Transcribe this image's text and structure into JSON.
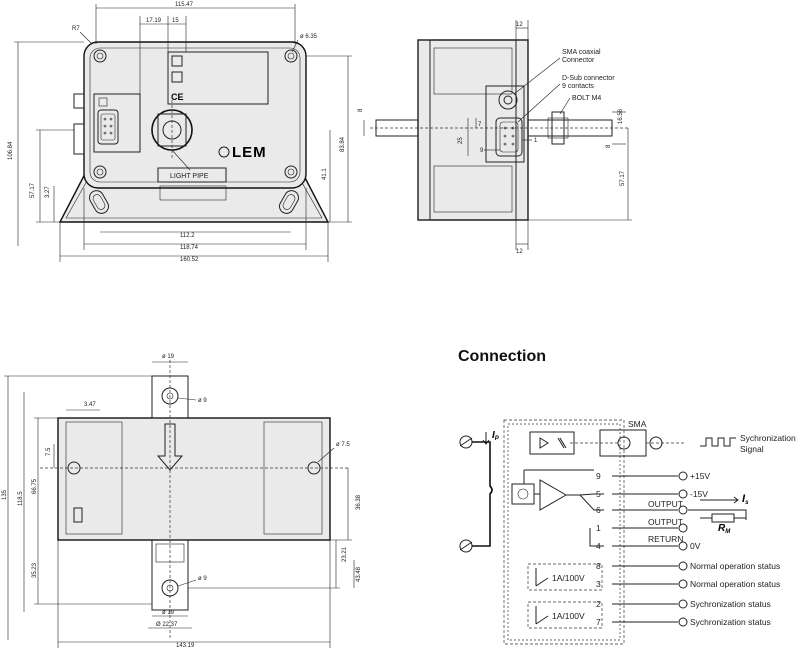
{
  "top_left_view": {
    "dims": {
      "width_top": "115.47",
      "d1": "17.19",
      "d2": "15",
      "radius": "R7",
      "hole": "ø 6.35",
      "height_left": "106.84",
      "h2": "57.17",
      "h3": "3.27",
      "h_right": "83.84",
      "h_right2": "41.1",
      "w1": "112.2",
      "w2": "118.74",
      "w3": "160.52"
    },
    "logo": "LEM",
    "light_pipe": "LIGHT PIPE",
    "ce_mark": "CE"
  },
  "top_right_view": {
    "dims": {
      "top": "12",
      "bottom": "12",
      "v8": "8",
      "v7": "7",
      "v25": "25",
      "v9": "9",
      "v1": "1",
      "v16": "16.56",
      "v8b": "8",
      "v57": "57.17"
    },
    "labels": {
      "sma": "SMA coaxial",
      "sma2": "Connector",
      "dsub": "D-Sub connector",
      "dsub2": "9 contacts",
      "bolt": "BOLT M4"
    }
  },
  "bottom_left_view": {
    "dims": {
      "d19_top": "ø 19",
      "d9_top": "ø 9",
      "w347": "3.47",
      "h135": "135",
      "h1185": "118.5",
      "h6675": "66.75",
      "h75": "7.5",
      "d75": "ø 7.5",
      "h3523": "35.23",
      "h3638": "36.38",
      "h2321": "23.21",
      "h4348": "43.48",
      "d9_bot": "ø 9",
      "d19_bot": "ø 19",
      "d2237": "Ø 22.37",
      "w14319": "143.19"
    }
  },
  "connection": {
    "title": "Connection",
    "sma_label": "SMA",
    "ip_label": "I",
    "ip_sub": "P",
    "sync_signal_1": "Sychronization",
    "sync_signal_2": "Signal",
    "pins": [
      {
        "num": "9",
        "label": "+15V"
      },
      {
        "num": "5",
        "label": "-15V"
      },
      {
        "num": "6",
        "label": "OUTPUT"
      },
      {
        "num": "1",
        "label": "OUTPUT"
      },
      {
        "num": "4",
        "label": "0V"
      },
      {
        "num": "8",
        "label": "Normal operation status"
      },
      {
        "num": "3",
        "label": "Normal operation status"
      },
      {
        "num": "2",
        "label": "Sychronization status"
      },
      {
        "num": "7",
        "label": "Sychronization status"
      }
    ],
    "return_label": "RETURN",
    "is_label": "I",
    "is_sub": "s",
    "rm_label": "R",
    "rm_sub": "M",
    "relay1": "1A/100V",
    "relay2": "1A/100V"
  }
}
